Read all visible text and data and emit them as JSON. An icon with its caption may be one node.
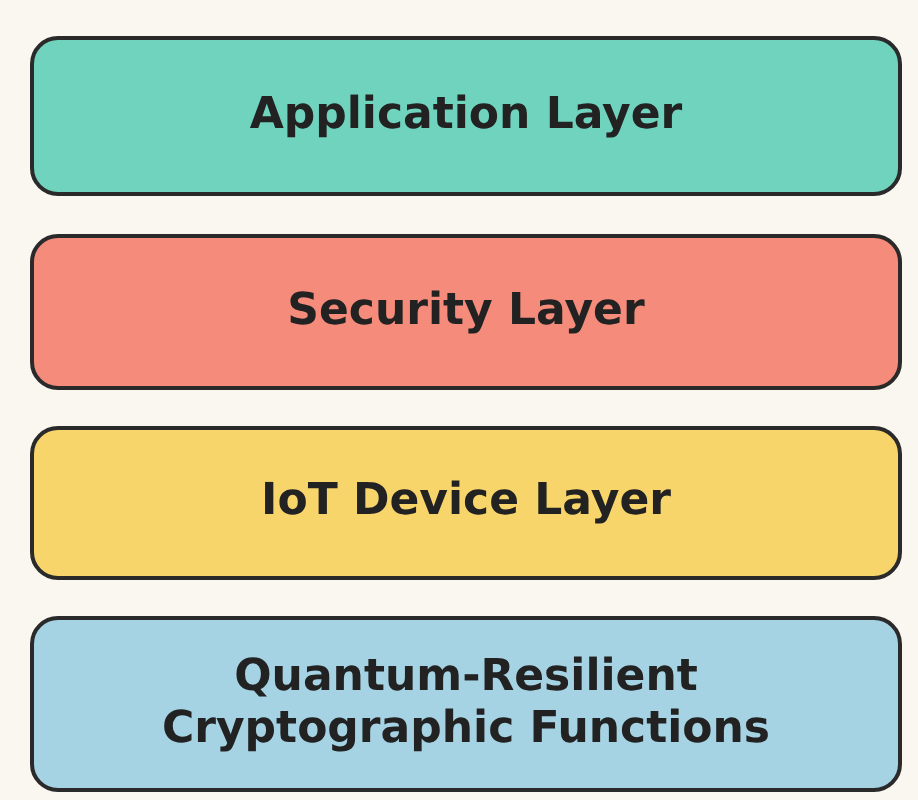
{
  "diagram": {
    "nodes": [
      {
        "text": [
          "Application Layer"
        ]
      },
      {
        "text": [
          "Security Layer"
        ]
      },
      {
        "text": [
          "IoT Device Layer"
        ]
      },
      {
        "text": [
          "Quantum-Resilient Cryptographic Functions"
        ]
      }
    ]
  }
}
